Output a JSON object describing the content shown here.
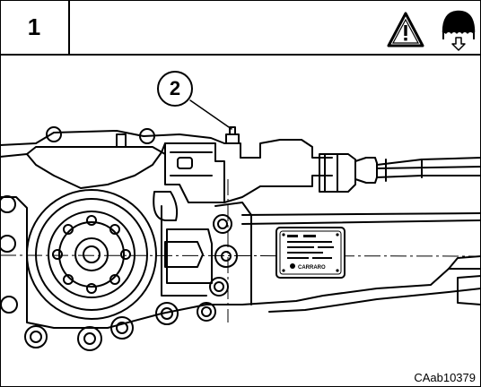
{
  "step": {
    "number": "1"
  },
  "header_icons": [
    "warning-triangle-icon",
    "lubricant-drain-icon"
  ],
  "callout": {
    "label": "2"
  },
  "figure": {
    "reference_code": "CAab10379"
  },
  "plate": {
    "brand": "CARRARO"
  }
}
